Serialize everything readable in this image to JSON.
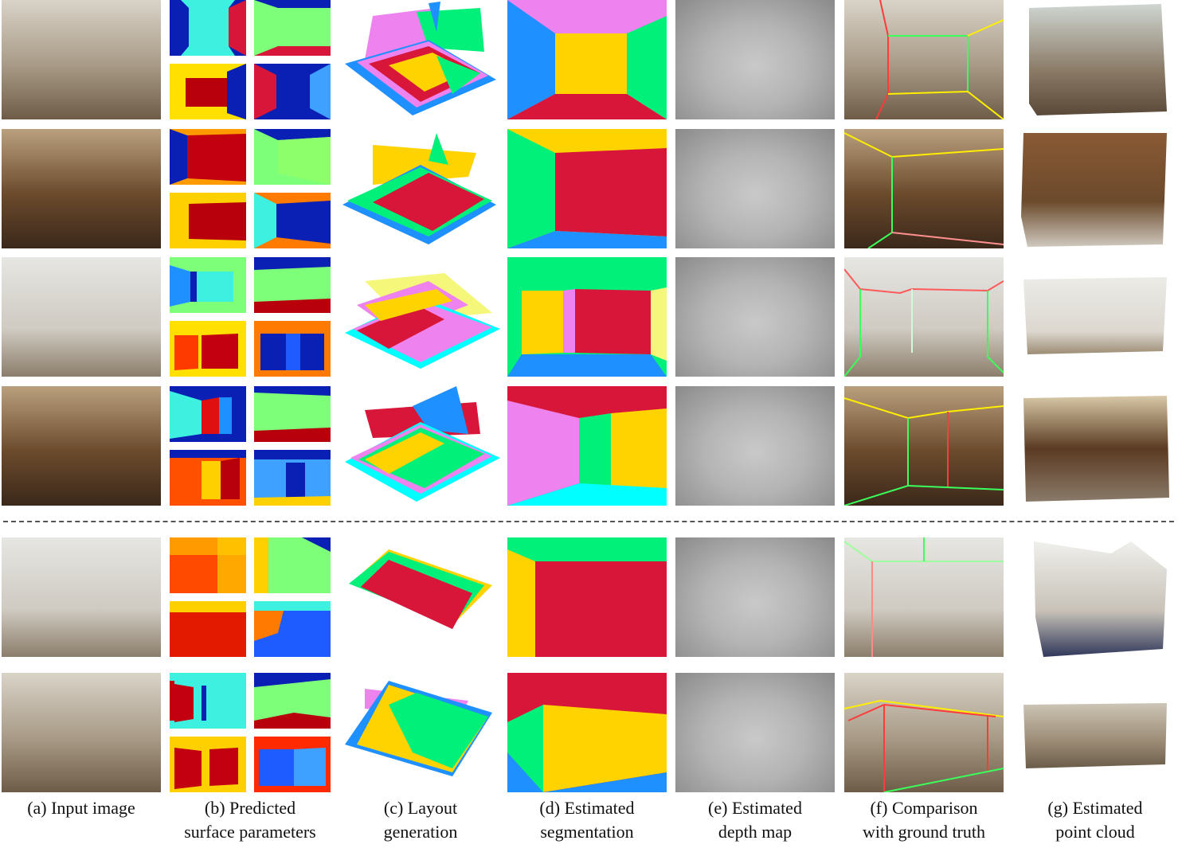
{
  "captions": {
    "a": "(a) Input image",
    "b_line1": "(b) Predicted",
    "b_line2": "surface parameters",
    "c_line1": "(c) Layout",
    "c_line2": "generation",
    "d_line1": "(d) Estimated",
    "d_line2": "segmentation",
    "e_line1": "(e) Estimated",
    "e_line2": "depth map",
    "f_line1": "(f) Comparison",
    "f_line2": "with ground truth",
    "g_line1": "(g) Estimated",
    "g_line2": "point cloud"
  },
  "colors": {
    "red": "#d8163a",
    "yellow": "#ffd300",
    "green": "#00f07a",
    "blue": "#1e90ff",
    "pink": "#ee82ee",
    "cyan": "#00ffff",
    "lightyellow": "#f4f77a",
    "jet_blue": "#0a1fb4",
    "jet_cyan": "#3ef0e0",
    "jet_green": "#7dff7a",
    "jet_orange": "#ff6a00"
  }
}
